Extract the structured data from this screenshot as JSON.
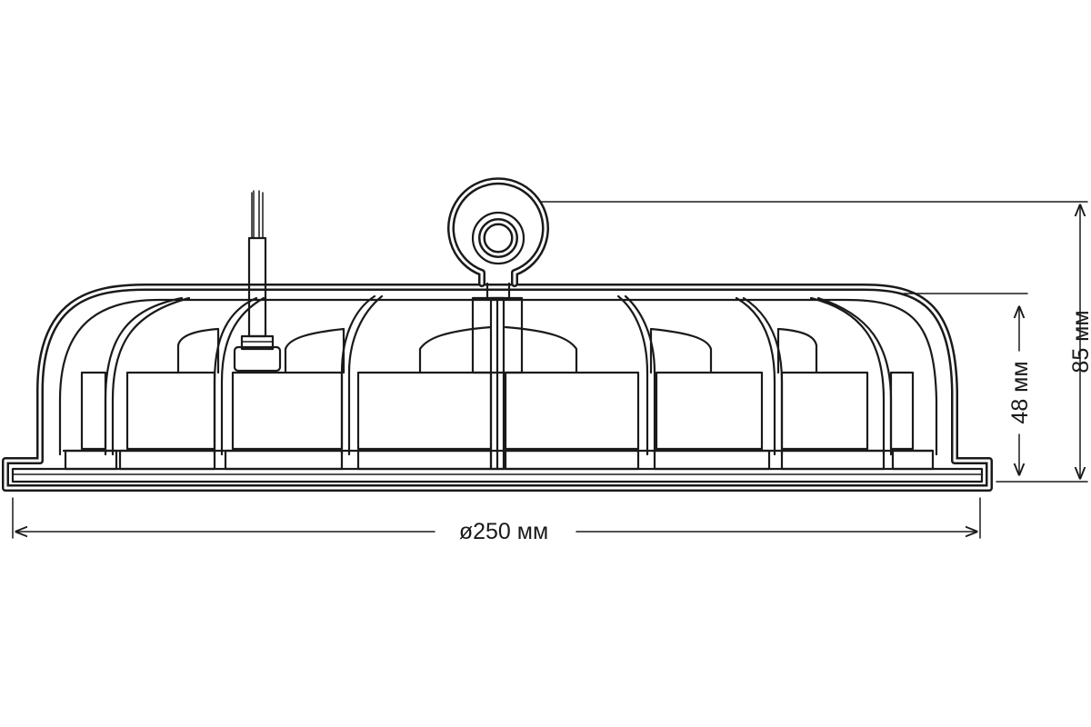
{
  "dimensions": {
    "diameter": "ø250 мм",
    "total_height": "85 мм",
    "body_height": "48 мм"
  }
}
